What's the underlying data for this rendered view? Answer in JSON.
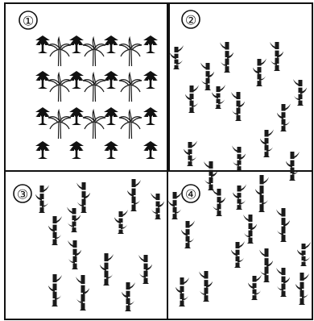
{
  "panels": [
    {
      "label": "①",
      "content": "mixed-trees-grid"
    },
    {
      "label": "②",
      "content": "scattered-stalks"
    },
    {
      "label": "③",
      "content": "scattered-stalks"
    },
    {
      "label": "④",
      "content": "scattered-stalks"
    }
  ],
  "colors": {
    "ink": "#111111",
    "background": "#ffffff"
  },
  "icons": {
    "stalk": "sugarcane-stalk-icon",
    "palm": "banana-palm-icon",
    "tree": "small-tree-icon"
  }
}
